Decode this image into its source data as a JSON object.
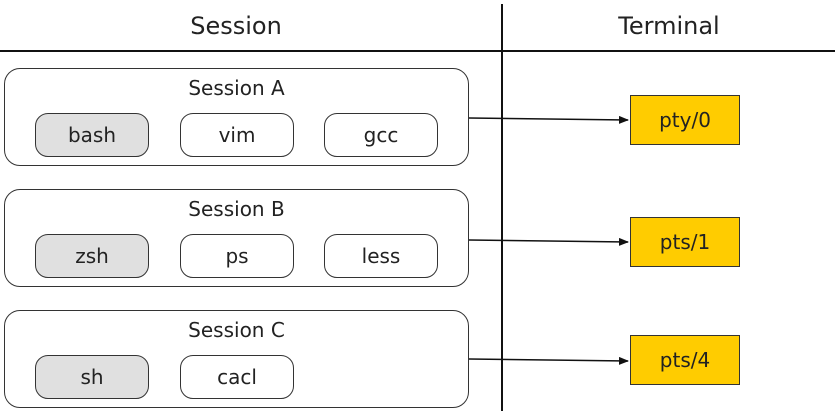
{
  "headers": {
    "session": "Session",
    "terminal": "Terminal"
  },
  "sessions": [
    {
      "title": "Session A",
      "processes": [
        {
          "label": "bash",
          "leader": true
        },
        {
          "label": "vim",
          "leader": false
        },
        {
          "label": "gcc",
          "leader": false
        }
      ],
      "terminal": "pty/0"
    },
    {
      "title": "Session B",
      "processes": [
        {
          "label": "zsh",
          "leader": true
        },
        {
          "label": "ps",
          "leader": false
        },
        {
          "label": "less",
          "leader": false
        }
      ],
      "terminal": "pts/1"
    },
    {
      "title": "Session C",
      "processes": [
        {
          "label": "sh",
          "leader": true
        },
        {
          "label": "cacl",
          "leader": false
        }
      ],
      "terminal": "pts/4"
    }
  ],
  "colors": {
    "terminal_fill": "#FFCC00",
    "leader_fill": "#E0E0E0",
    "line": "#111111"
  }
}
